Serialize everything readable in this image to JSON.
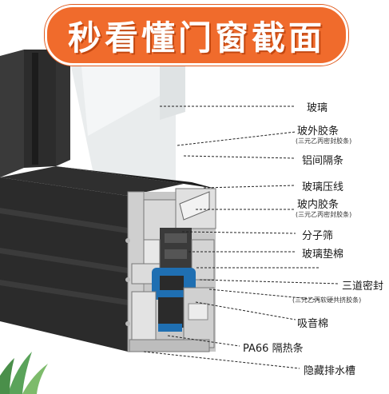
{
  "title": "秒看懂门窗截面",
  "colors": {
    "banner": "#f06b2c",
    "profile": "#2a2a2a",
    "insulation_strip": "#1f6fb2"
  },
  "labels": {
    "glass": "玻璃",
    "outer_gasket": "玻外胶条",
    "outer_gasket_note": "(三元乙丙密封胶条)",
    "aluminum_spacer": "铝间隔条",
    "glazing_bead": "玻璃压线",
    "inner_gasket": "玻内胶条",
    "inner_gasket_note": "(三元乙丙密封胶条)",
    "molecular_sieve": "分子筛",
    "glass_pad": "玻璃垫棉",
    "triple_seal": "三道密封",
    "triple_seal_note": "(三元乙丙软硬共挤胶条)",
    "sound_absorbing": "吸音棉",
    "pa66_strip": "PA66 隔热条",
    "hidden_drain": "隐藏排水槽"
  }
}
